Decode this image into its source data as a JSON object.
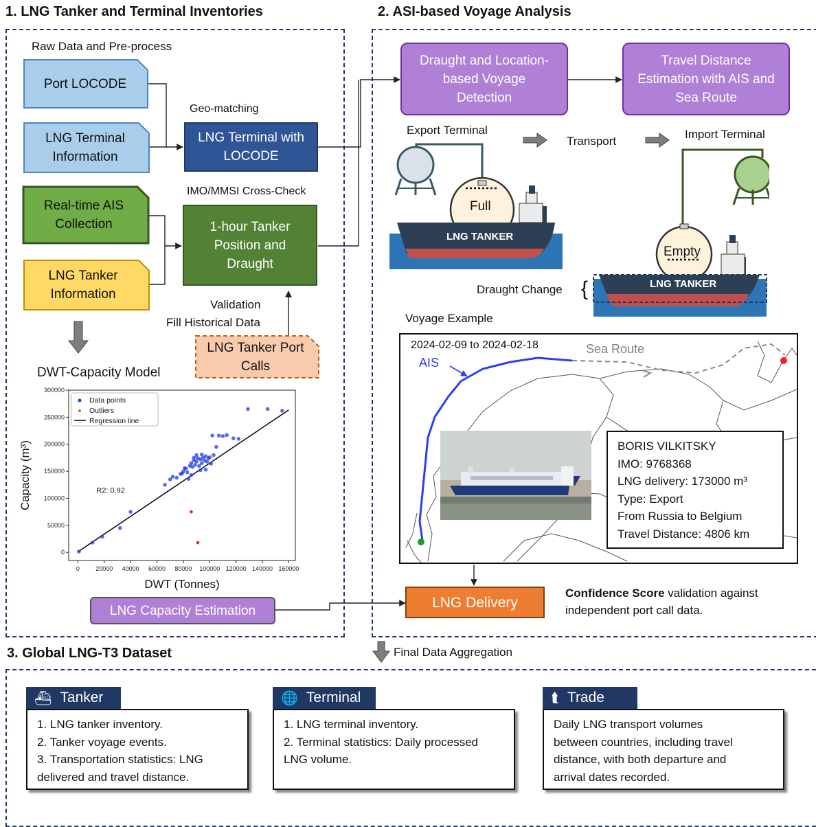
{
  "sections": {
    "s1_title": "1. LNG Tanker and Terminal Inventories",
    "s2_title": "2. ASI-based Voyage Analysis",
    "s3_title": "3. Global LNG-T3 Dataset"
  },
  "s1": {
    "raw_label": "Raw Data and Pre-process",
    "port_locode": "Port LOCODE",
    "terminal_info": "LNG Terminal Information",
    "geo_matching": "Geo-matching",
    "terminal_locode": "LNG Terminal with LOCODE",
    "ais": "Real-time AIS Collection",
    "imo_check": "IMO/MMSI Cross-Check",
    "tanker_pos": "1-hour Tanker Position and Draught",
    "tanker_info": "LNG Tanker Information",
    "validation": "Validation",
    "fill_hist": "Fill Historical Data",
    "port_calls": "LNG Tanker Port Calls",
    "dwt_model": "DWT-Capacity Model",
    "capacity_est": "LNG Capacity Estimation"
  },
  "chart_data": {
    "type": "scatter",
    "title": "",
    "xlabel": "DWT (Tonnes)",
    "ylabel": "Capacity (m³)",
    "xlim": [
      -7000,
      165000
    ],
    "ylim": [
      -15000,
      300000
    ],
    "xticks": [
      0,
      20000,
      40000,
      60000,
      80000,
      100000,
      120000,
      140000,
      160000
    ],
    "yticks": [
      0,
      50000,
      100000,
      150000,
      200000,
      250000,
      300000
    ],
    "legend": [
      "Data points",
      "Outliers",
      "Regression line"
    ],
    "legend_position": "top-left",
    "annotation": "R2: 0.92",
    "regression": {
      "slope": 1.64,
      "intercept": 1000
    },
    "data_points": [
      [
        800,
        1500
      ],
      [
        11000,
        18000
      ],
      [
        18500,
        29000
      ],
      [
        32000,
        45000
      ],
      [
        40000,
        75000
      ],
      [
        66000,
        125000
      ],
      [
        70000,
        135000
      ],
      [
        72000,
        140000
      ],
      [
        75000,
        138000
      ],
      [
        78000,
        145000
      ],
      [
        80000,
        150000
      ],
      [
        82000,
        155000
      ],
      [
        83000,
        148000
      ],
      [
        85000,
        160000
      ],
      [
        86000,
        165000
      ],
      [
        87000,
        158000
      ],
      [
        88000,
        170000
      ],
      [
        89000,
        162000
      ],
      [
        90000,
        168000
      ],
      [
        91000,
        174000
      ],
      [
        92000,
        160000
      ],
      [
        93000,
        172000
      ],
      [
        94000,
        165000
      ],
      [
        95000,
        175000
      ],
      [
        96000,
        170000
      ],
      [
        97000,
        178000
      ],
      [
        98000,
        168000
      ],
      [
        99000,
        174000
      ],
      [
        100000,
        176000
      ],
      [
        97000,
        153000
      ],
      [
        86000,
        143000
      ],
      [
        84000,
        136000
      ],
      [
        93000,
        152000
      ],
      [
        101000,
        164000
      ],
      [
        103000,
        180000
      ],
      [
        105000,
        195000
      ],
      [
        107000,
        216000
      ],
      [
        110000,
        215000
      ],
      [
        113000,
        217000
      ],
      [
        118000,
        211000
      ],
      [
        122000,
        210000
      ],
      [
        129000,
        265000
      ],
      [
        144000,
        265000
      ],
      [
        155000,
        262000
      ],
      [
        90000,
        180000
      ],
      [
        88000,
        175000
      ],
      [
        102000,
        216000
      ],
      [
        79000,
        146000
      ],
      [
        81000,
        156000
      ],
      [
        94000,
        181000
      ]
    ],
    "outliers": [
      [
        86000,
        75000
      ],
      [
        91000,
        18000
      ]
    ]
  },
  "s2": {
    "draught_detect": "Draught and Location-based Voyage Detection",
    "travel_dist": "Travel Distance Estimation with AIS and Sea Route",
    "export_terminal": "Export Terminal",
    "transport": "Transport",
    "import_terminal": "Import Terminal",
    "full": "Full",
    "empty": "Empty",
    "lng_tanker": "LNG TANKER",
    "draught_change": "Draught Change",
    "voyage_example": "Voyage Example",
    "dates": "2024-02-09 to 2024-02-18",
    "ais_label": "AIS",
    "sea_route": "Sea Route",
    "ship_name": "BORIS VILKITSKY",
    "imo": "IMO: 9768368",
    "delivery": "LNG delivery: 173000 m³",
    "type": "Type: Export",
    "from_to": "From Russia to Belgium",
    "distance": "Travel Distance: 4806 km",
    "lng_delivery": "LNG Delivery",
    "confidence_bold": "Confidence Score",
    "confidence_rest": " validation against",
    "confidence_line2": "independent port call data.",
    "final_agg": "Final Data Aggregation"
  },
  "s3": {
    "tanker_tag": "Tanker",
    "tanker_lines": [
      "1. LNG tanker inventory.",
      "2. Tanker voyage events.",
      "3. Transportation statistics: LNG",
      "delivered and travel distance."
    ],
    "terminal_tag": "Terminal",
    "terminal_lines": [
      "1. LNG terminal inventory.",
      "2. Terminal statistics: Daily processed",
      "LNG volume."
    ],
    "trade_tag": "Trade",
    "trade_lines": [
      "Daily LNG transport volumes",
      "between countries, including travel",
      "distance, with both departure and",
      "arrival dates recorded."
    ]
  }
}
